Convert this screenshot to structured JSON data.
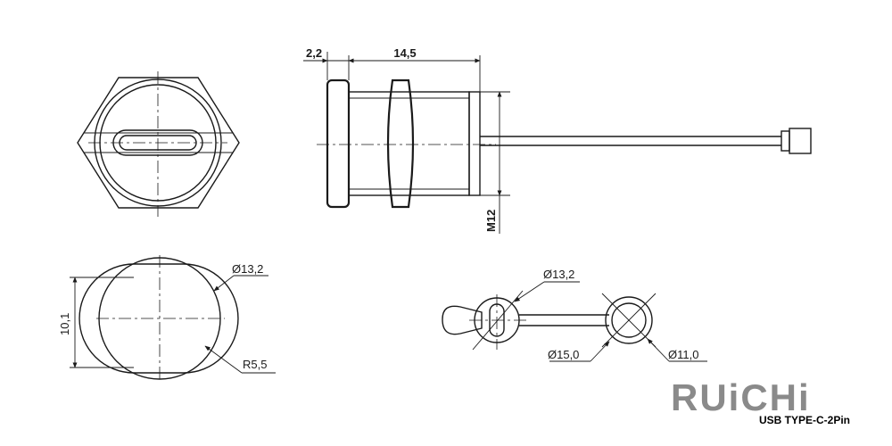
{
  "dimensions": {
    "flange_thickness": "2,2",
    "body_length": "14,5",
    "thread": "M12",
    "diameter_panel": "Ø13,2",
    "width_flat": "10,1",
    "radius": "R5,5",
    "diameter_top": "Ø13,2",
    "diameter_outer": "Ø15,0",
    "diameter_inner": "Ø11,0"
  },
  "branding": {
    "logo": "RUiCHi",
    "model": "USB TYPE-C-2Pin"
  },
  "colors": {
    "line": "#1a1a1a",
    "logo": "#8a8a8a"
  }
}
